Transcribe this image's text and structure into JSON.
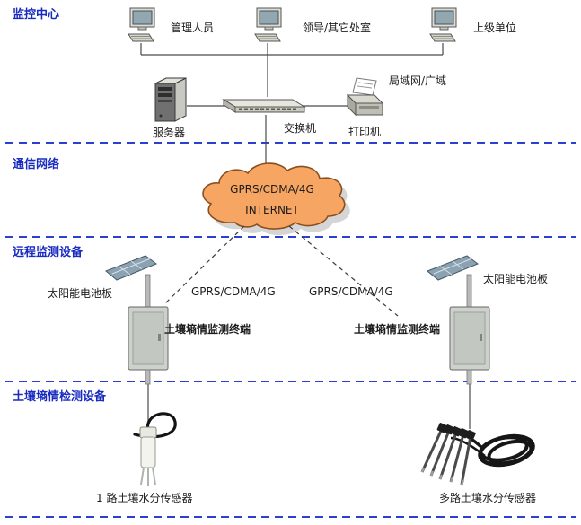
{
  "sections": {
    "monitoring_center": "监控中心",
    "communication": "通信网络",
    "remote_devices": "远程监测设备",
    "soil_devices": "土壤墒情检测设备"
  },
  "center": {
    "admin": "管理人员",
    "leader": "领导/其它处室",
    "superior": "上级单位",
    "server": "服务器",
    "switch": "交换机",
    "printer": "打印机",
    "lan_wan": "局域网/广域"
  },
  "cloud": {
    "line1": "GPRS/CDMA/4G",
    "line2": "INTERNET"
  },
  "links": {
    "left": "GPRS/CDMA/4G",
    "right": "GPRS/CDMA/4G"
  },
  "remote": {
    "solar_left": "太阳能电池板",
    "solar_right": "太阳能电池板",
    "terminal_left": "土壤墒情监测终端",
    "terminal_right": "土壤墒情监测终端"
  },
  "sensors": {
    "single": "1 路土壤水分传感器",
    "multi": "多路土壤水分传感器"
  },
  "colors": {
    "section_text": "#1a2cc0",
    "separator": "#2b3fd0",
    "cloud_fill": "#f7a562",
    "cloud_stroke": "#8a4f1f",
    "wire": "#4a4a4a"
  }
}
